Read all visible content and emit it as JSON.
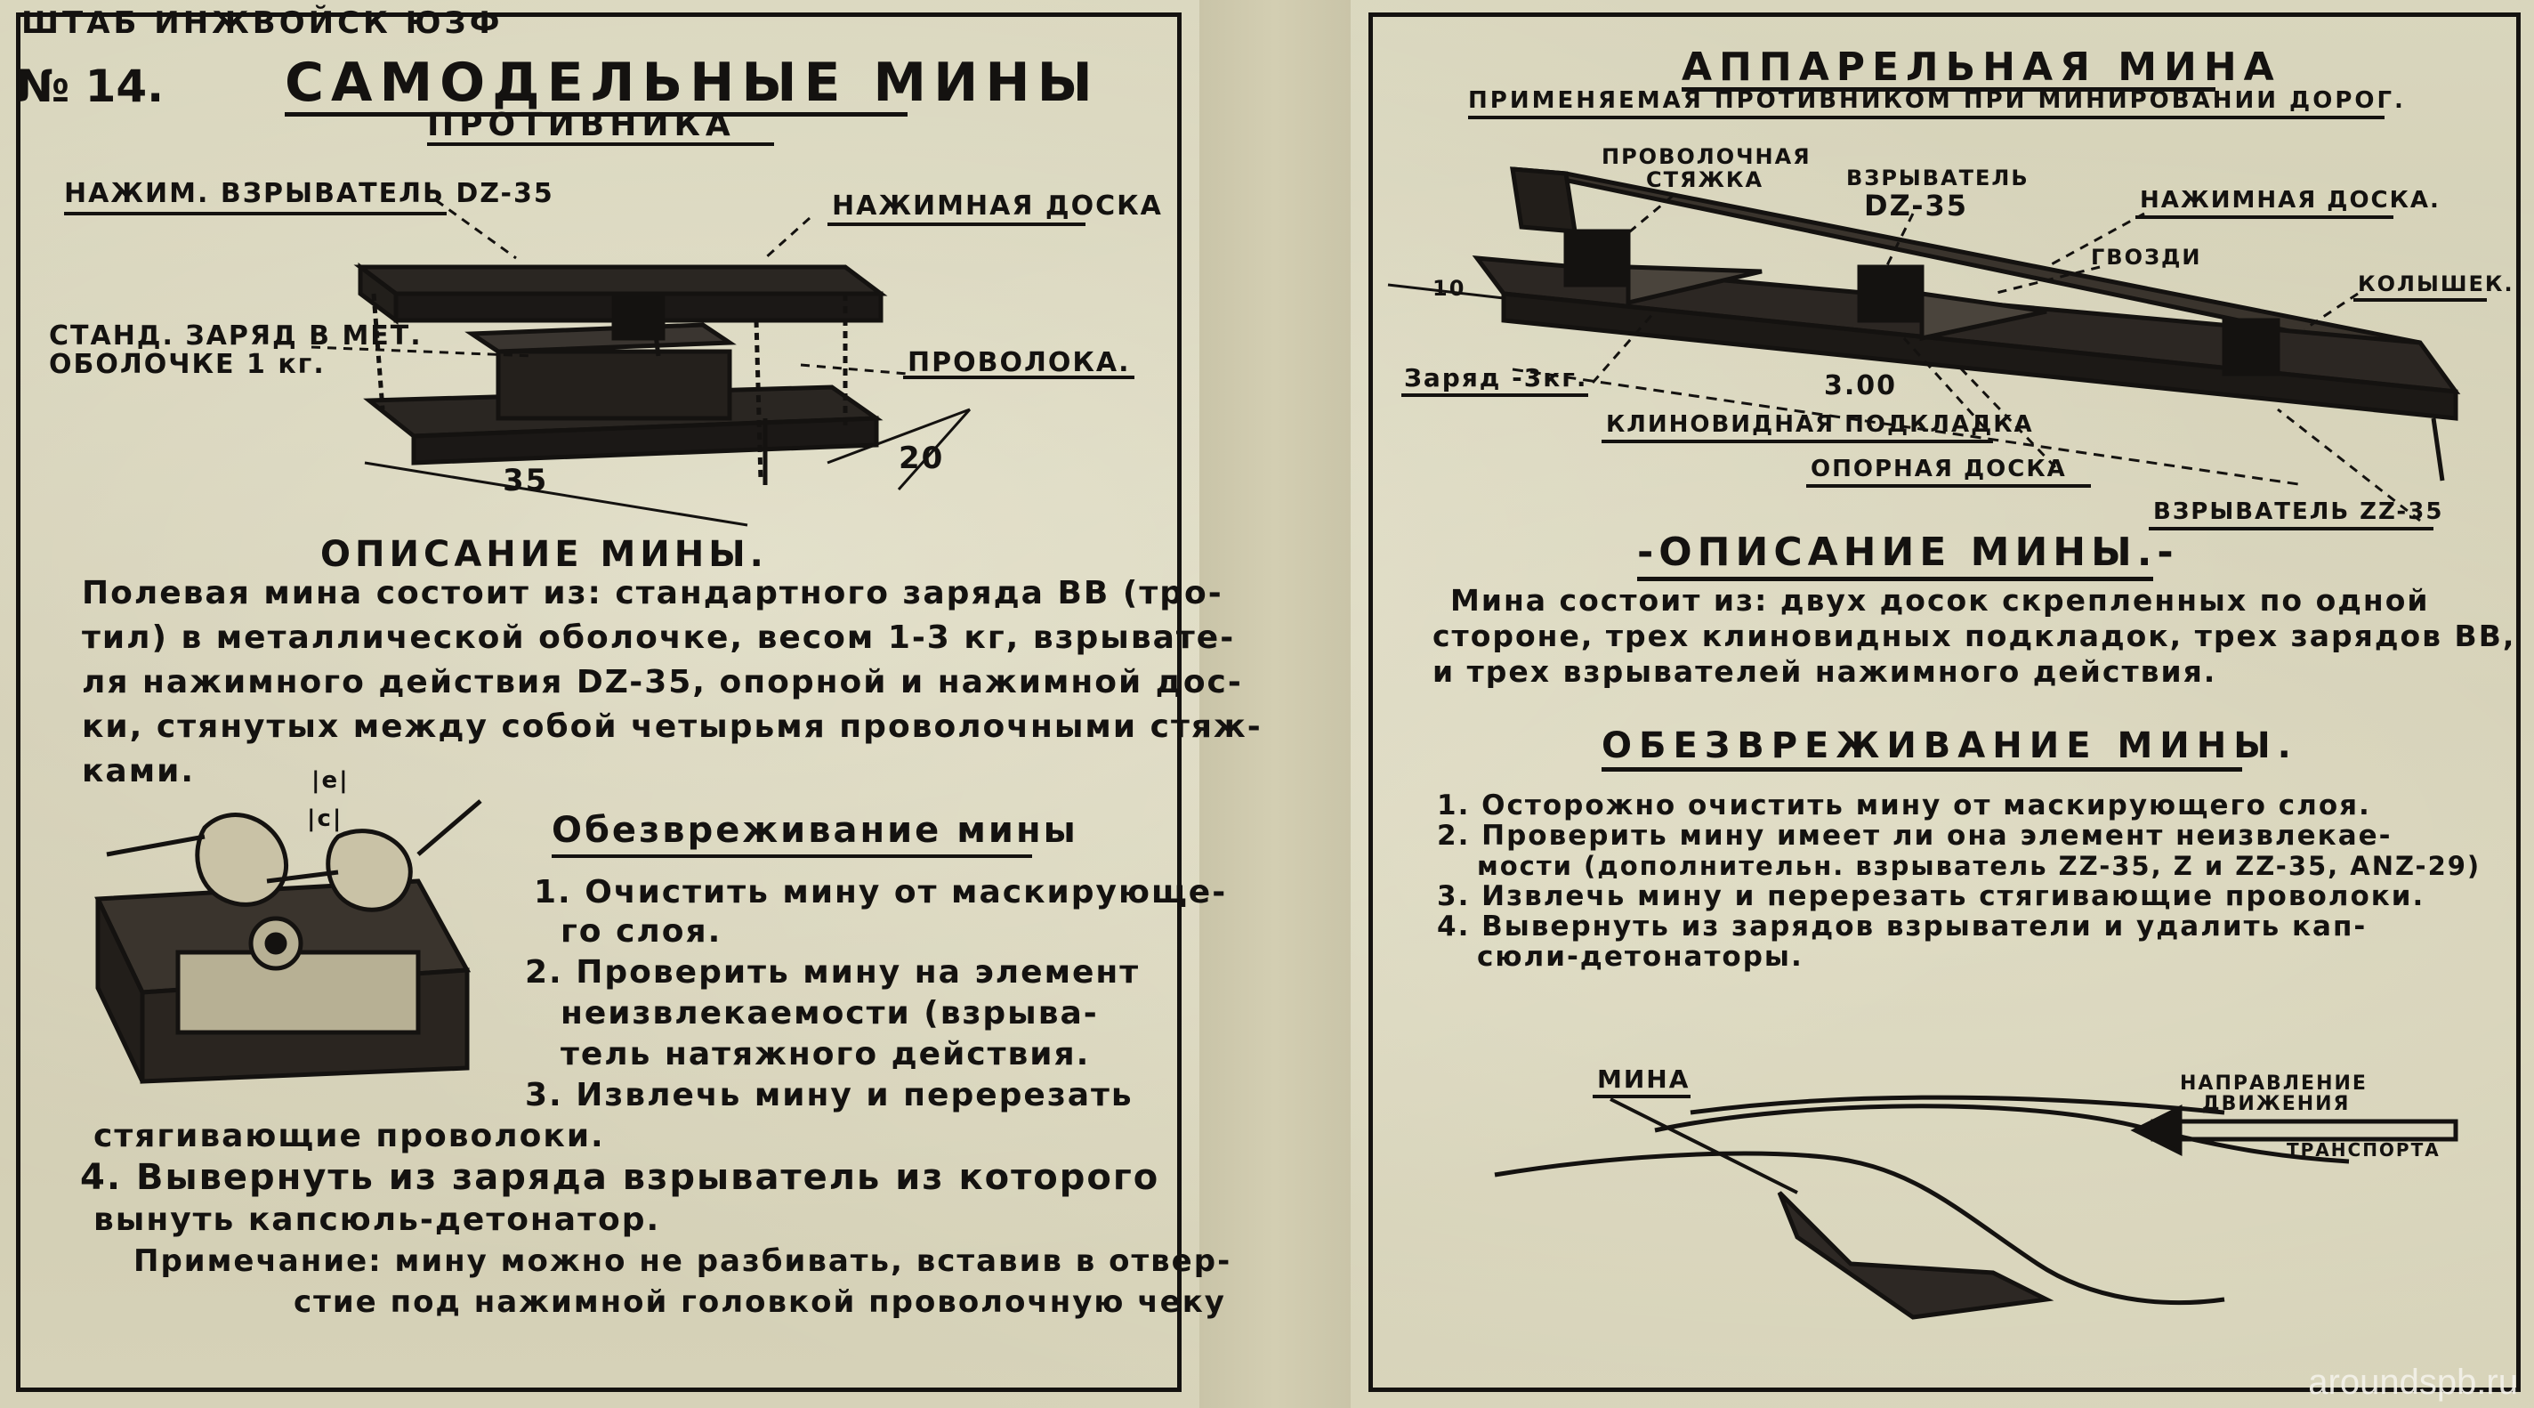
{
  "left": {
    "hq": "ШТАБ ИНЖВОЙСК ЮЗФ",
    "number": "№ 14.",
    "title": "САМОДЕЛЬНЫЕ МИНЫ",
    "subtitle": "ПРОТИВНИКА",
    "labels": {
      "fuze": "НАЖИМ. ВЗРЫВАТЕЛЬ DZ-35",
      "pressure_board": "НАЖИМНАЯ ДОСКА",
      "charge_1": "СТАНД. ЗАРЯД В МЕТ.",
      "charge_2": "ОБОЛОЧКЕ 1 кг.",
      "wire": "ПРОВОЛОКА.",
      "dim_35": "35",
      "dim_20": "20"
    },
    "description_heading": "ОПИСАНИЕ МИНЫ.",
    "description_lines": [
      "Полевая мина состоит из: стандартного заряда ВВ (тро-",
      "тил) в металлической оболочке, весом 1-3 кг, взрывате-",
      "ля нажимного действия DZ-35, опорной и нажимной дос-",
      "ки, стянутых между собой четырьмя проволочными стяж-",
      "ками."
    ],
    "defuse_heading": "Обезвреживание мины",
    "defuse_lines": [
      "1. Очистить мину от маскирующе-",
      "го слоя.",
      "2. Проверить мину на элемент",
      "неизвлекаемости (взрыва-",
      "тель натяжного действия.",
      "3. Извлечь мину и перерезать",
      "стягивающие проволоки.",
      "4. Вывернуть из заряда взрыватель из которого",
      "вынуть капсюль-детонатор."
    ],
    "note_lines": [
      "Примечание: мину можно не разбивать, вставив в отвер-",
      "стие под нажимной головкой проволочную чеку"
    ],
    "hand_marks": [
      "|e|",
      "|c|"
    ]
  },
  "right": {
    "title": "АППАРЕЛЬНАЯ МИНА",
    "subtitle": "ПРИМЕНЯЕМАЯ ПРОТИВНИКОМ ПРИ МИНИРОВАНИИ ДОРОГ.",
    "labels": {
      "wire_tie_1": "ПРОВОЛОЧНАЯ",
      "wire_tie_2": "СТЯЖКА",
      "fuze_1": "ВЗРЫВАТЕЛЬ",
      "fuze_2": "DZ-35",
      "pressure_board": "НАЖИМНАЯ ДОСКА.",
      "nail": "ГВОЗДИ",
      "peg": "КОЛЫШЕК.",
      "dim_10": "10",
      "charge": "Заряд -3кг.",
      "dim_3": "3.00",
      "wedge": "КЛИНОВИДНАЯ ПОДКЛАДКА",
      "base_board": "ОПОРНАЯ ДОСКА",
      "fuze_zz": "ВЗРЫВАТЕЛЬ ZZ-35"
    },
    "description_heading": "-ОПИСАНИЕ МИНЫ.-",
    "description_lines": [
      "Мина состоит из: двух досок скрепленных по одной",
      "стороне, трех клиновидных подкладок, трех зарядов ВВ,",
      "и трех взрывателей нажимного действия."
    ],
    "defuse_heading": "ОБЕЗВРЕЖИВАНИЕ МИНЫ.",
    "defuse_lines": [
      "1. Осторожно очистить мину от маскирующего слоя.",
      "2. Проверить мину имеет ли она элемент неизвлекае-",
      "мости (дополнительн. взрыватель ZZ-35, Z и ZZ-35, ANZ-29)",
      "3. Извлечь мину и перерезать стягивающие проволоки.",
      "4. Вывернуть из зарядов взрыватели и удалить кап-",
      "сюли-детонаторы."
    ],
    "scene": {
      "mine": "МИНА",
      "direction_1": "НАПРАВЛЕНИЕ",
      "direction_2": "ДВИЖЕНИЯ",
      "direction_3": "ТРАНСПОРТА"
    }
  },
  "watermark": "aroundspb.ru",
  "colors": {
    "ink": "#141210",
    "paper": "#d6d2b8"
  }
}
